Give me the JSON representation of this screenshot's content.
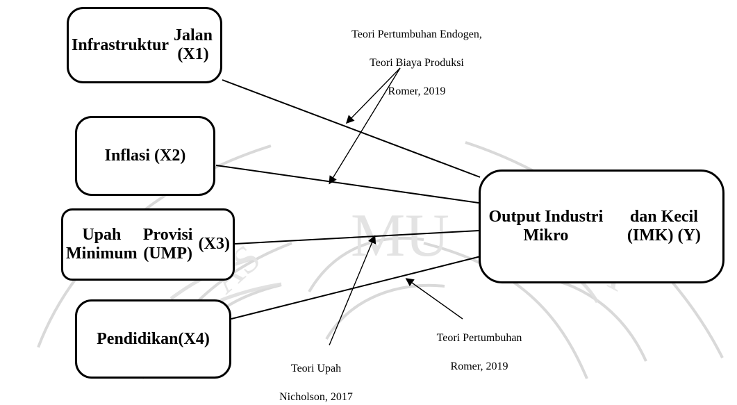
{
  "diagram": {
    "nodes": [
      {
        "id": "x1",
        "label_lines": [
          "Infrastruktur",
          "Jalan (X1)"
        ]
      },
      {
        "id": "x2",
        "label_lines": [
          "Inflasi (X2)"
        ]
      },
      {
        "id": "x3",
        "label_lines": [
          "Upah Minimum",
          "Provisi (UMP)",
          "(X3)"
        ]
      },
      {
        "id": "x4",
        "label_lines": [
          "Pendidikan",
          "(X4)"
        ]
      },
      {
        "id": "y",
        "label_lines": [
          "Output Industri Mikro",
          "dan Kecil (IMK) (Y)"
        ]
      }
    ],
    "annotations": [
      {
        "id": "theory-top",
        "lines": [
          "Teori Pertumbuhan Endogen,",
          "Teori Biaya Produksi",
          "Romer, 2019"
        ]
      },
      {
        "id": "theory-growth",
        "lines": [
          "Teori Pertumbuhan",
          "Romer, 2019"
        ]
      },
      {
        "id": "theory-wage",
        "lines": [
          "Teori Upah",
          "Nicholson, 2017"
        ]
      }
    ],
    "edges": [
      {
        "from": "x1",
        "to": "y"
      },
      {
        "from": "x2",
        "to": "y"
      },
      {
        "from": "x3",
        "to": "y"
      },
      {
        "from": "x4",
        "to": "y"
      }
    ]
  }
}
